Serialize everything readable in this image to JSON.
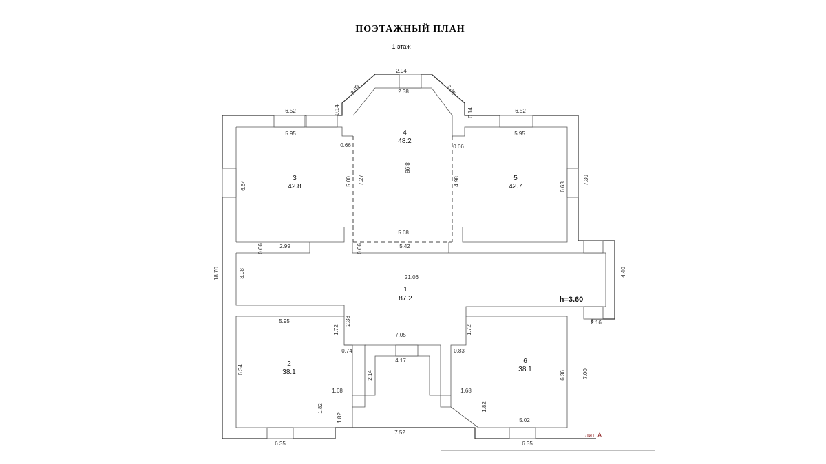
{
  "title": "ПОЭТАЖНЫЙ ПЛАН",
  "floor": "1 этаж",
  "height_label": "h=3.60",
  "marker": "лит. А",
  "rooms": [
    {
      "num": "1",
      "area": "87.2"
    },
    {
      "num": "2",
      "area": "38.1"
    },
    {
      "num": "3",
      "area": "42.8"
    },
    {
      "num": "4",
      "area": "48.2"
    },
    {
      "num": "5",
      "area": "42.7"
    },
    {
      "num": "6",
      "area": "38.1"
    }
  ],
  "dims": {
    "d294": "2.94",
    "d238": "2.38",
    "d305a": "3.05",
    "d305b": "3.05",
    "d014a": "0.14",
    "d014b": "0.14",
    "d652a": "6.52",
    "d652b": "6.52",
    "d595a": "5.95",
    "d595b": "5.95",
    "d066a": "0.66",
    "d066b": "0.66",
    "d898": "8.98",
    "d727": "7.27",
    "d500": "5.00",
    "d664": "6.64",
    "d498": "4.98",
    "d663": "6.63",
    "d730": "7.30",
    "d568": "5.68",
    "d542": "5.42",
    "d066c": "0.66",
    "d299": "2.99",
    "d066d": "0.66",
    "d1870": "18.70",
    "d308": "3.08",
    "d2106": "21.06",
    "d440": "4.40",
    "d216": "2.16",
    "d595c": "5.95",
    "d238b": "2.38",
    "d172a": "1.72",
    "d705": "7.05",
    "d172b": "1.72",
    "d074": "0.74",
    "d417": "4.17",
    "d083": "0.83",
    "d634": "6.34",
    "d214": "2.14",
    "d636": "6.36",
    "d700": "7.00",
    "d168a": "1.68",
    "d168b": "1.68",
    "d182a": "1.82",
    "d182b": "1.82",
    "d182c": "1.82",
    "d502": "5.02",
    "d752": "7.52",
    "d635a": "6.35",
    "d635b": "6.35"
  }
}
